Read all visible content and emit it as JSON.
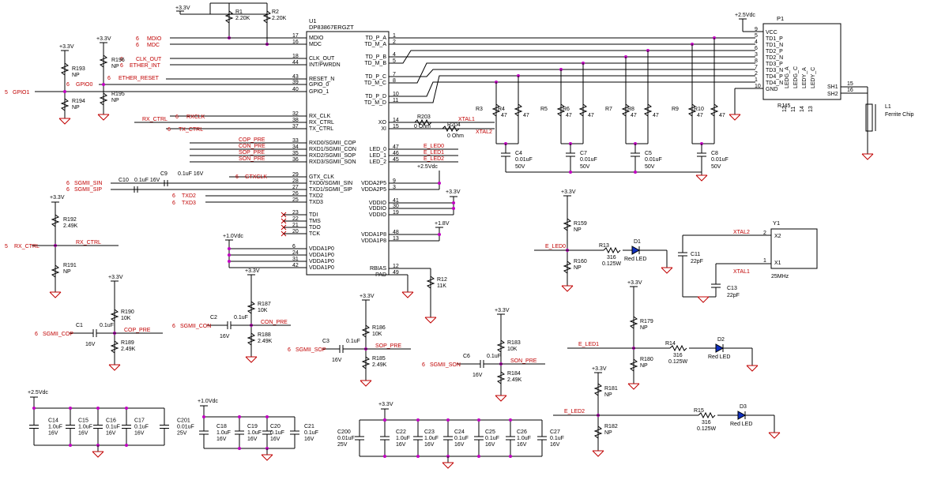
{
  "u1": {
    "ref": "U1",
    "part": "DP83867ERGZT",
    "left_pins": [
      {
        "n": "17",
        "name": "MDIO"
      },
      {
        "n": "16",
        "name": "MDC"
      },
      {
        "n": "18",
        "name": "CLK_OUT"
      },
      {
        "n": "44",
        "name": "INT/PWRDN"
      },
      {
        "n": "43",
        "name": "RESET_N"
      },
      {
        "n": "39",
        "name": "GPIO_0"
      },
      {
        "n": "40",
        "name": "GPIO_1"
      },
      {
        "n": "32",
        "name": "RX_CLK"
      },
      {
        "n": "38",
        "name": "RX_CTRL"
      },
      {
        "n": "37",
        "name": "TX_CTRL"
      },
      {
        "n": "33",
        "name": "RXD0/SGMII_COP"
      },
      {
        "n": "34",
        "name": "RXD1/SGMII_CON"
      },
      {
        "n": "35",
        "name": "RXD2/SGMII_SOP"
      },
      {
        "n": "36",
        "name": "RXD3/SGMII_SON"
      },
      {
        "n": "29",
        "name": "GTX_CLK"
      },
      {
        "n": "28",
        "name": "TXD0/SGMII_SIN"
      },
      {
        "n": "27",
        "name": "TXD1/SGMII_SIP"
      },
      {
        "n": "26",
        "name": "TXD2"
      },
      {
        "n": "25",
        "name": "TXD3"
      },
      {
        "n": "23",
        "name": "TDI"
      },
      {
        "n": "22",
        "name": "TMS"
      },
      {
        "n": "21",
        "name": "TDO"
      },
      {
        "n": "20",
        "name": "TCK"
      },
      {
        "n": "6",
        "name": "VDDA1P0"
      },
      {
        "n": "24",
        "name": "VDDA1P0"
      },
      {
        "n": "31",
        "name": "VDDA1P0"
      },
      {
        "n": "42",
        "name": "VDDA1P0"
      }
    ],
    "right_pins": [
      {
        "n": "1",
        "name": "TD_P_A"
      },
      {
        "n": "2",
        "name": "TD_M_A"
      },
      {
        "n": "4",
        "name": "TD_P_B"
      },
      {
        "n": "5",
        "name": "TD_M_B"
      },
      {
        "n": "7",
        "name": "TD_P_C"
      },
      {
        "n": "8",
        "name": "TD_M_C"
      },
      {
        "n": "10",
        "name": "TD_P_D"
      },
      {
        "n": "11",
        "name": "TD_M_D"
      },
      {
        "n": "14",
        "name": "XO"
      },
      {
        "n": "15",
        "name": "XI"
      },
      {
        "n": "47",
        "name": "LED_0"
      },
      {
        "n": "46",
        "name": "LED_1"
      },
      {
        "n": "45",
        "name": "LED_2"
      },
      {
        "n": "9",
        "name": "VDDA2P5"
      },
      {
        "n": "3",
        "name": "VDDA2P5"
      },
      {
        "n": "41",
        "name": "VDDIO"
      },
      {
        "n": "30",
        "name": "VDDIO"
      },
      {
        "n": "19",
        "name": "VDDIO"
      },
      {
        "n": "48",
        "name": "VDDA1P8"
      },
      {
        "n": "13",
        "name": "VDDA1P8"
      },
      {
        "n": "12",
        "name": "RBIAS"
      },
      {
        "n": "49",
        "name": "PAD"
      }
    ]
  },
  "p1": {
    "ref": "P1",
    "part": "RJ45",
    "supply": "+2.5Vdc",
    "pins": [
      {
        "n": "9",
        "name": "VCC"
      },
      {
        "n": "5",
        "name": "TD1_P"
      },
      {
        "n": "4",
        "name": "TD1_N"
      },
      {
        "n": "6",
        "name": "TD2_P"
      },
      {
        "n": "3",
        "name": "TD2_N"
      },
      {
        "n": "8",
        "name": "TD3_P"
      },
      {
        "n": "7",
        "name": "TD3_N"
      },
      {
        "n": "2",
        "name": "TD4_P"
      },
      {
        "n": "1",
        "name": "TD4_N"
      },
      {
        "n": "10",
        "name": "GND"
      }
    ],
    "inner_labels": [
      "LEDG_A",
      "LEDG_C",
      "LEDY_A",
      "LEDY_C"
    ],
    "bottom_pins": [
      "12",
      "11",
      "14",
      "13"
    ],
    "shield": [
      {
        "n": "15",
        "name": "SH1"
      },
      {
        "n": "16",
        "name": "SH2"
      }
    ],
    "ferrite": {
      "ref": "L1",
      "name": "Ferrite Chip"
    }
  },
  "nets_left": {
    "mdio": {
      "sheet": "6",
      "name": "MDIO"
    },
    "mdc": {
      "sheet": "6",
      "name": "MDC"
    },
    "clk_out": {
      "sheet": "6",
      "name": "CLK_OUT"
    },
    "ether_int": {
      "sheet": "6",
      "name": "ETHER_INT"
    },
    "ether_reset": {
      "sheet": "6",
      "name": "ETHER_RESET"
    },
    "gpio0": {
      "sheet": "6",
      "name": "GPIO0"
    },
    "gpio1": {
      "sheet": "5",
      "name": "GPIO1"
    },
    "rxclk": {
      "sheet": "6",
      "name": "RXCLK"
    },
    "rx_ctrl": "RX_CTRL",
    "tx_ctrl": {
      "sheet": "6",
      "name": "TX_CTRL"
    },
    "cop_pre": "COP_PRE",
    "con_pre": "CON_PRE",
    "sop_pre": "SOP_PRE",
    "son_pre": "SON_PRE",
    "gtxclk": {
      "sheet": "6",
      "name": "GTXCLK"
    },
    "sgmii_sin": {
      "sheet": "6",
      "name": "SGMII_SIN"
    },
    "sgmii_sip": {
      "sheet": "6",
      "name": "SGMII_SIP"
    },
    "txd2": {
      "sheet": "6",
      "name": "TXD2"
    },
    "txd3": {
      "sheet": "6",
      "name": "TXD3"
    },
    "rx_ctrl_port": {
      "sheet": "5",
      "name": "RX_CTRL"
    },
    "sgmii_cop": {
      "sheet": "6",
      "name": "SGMII_COP"
    },
    "sgmii_con": {
      "sheet": "6",
      "name": "SGMII_CON"
    },
    "sgmii_sop": {
      "sheet": "6",
      "name": "SGMII_SOP"
    },
    "sgmii_son": {
      "sheet": "6",
      "name": "SGMII_SON"
    }
  },
  "rails": {
    "v33": "+3.3V",
    "v25": "+2.5Vdc",
    "v10": "+1.0Vdc",
    "v18": "+1.8V"
  },
  "components": {
    "r1": {
      "ref": "R1",
      "val": "2.20K"
    },
    "r2": {
      "ref": "R2",
      "val": "2.20K"
    },
    "r193": {
      "ref": "R193",
      "val": "NP"
    },
    "r194": {
      "ref": "R194",
      "val": "NP"
    },
    "r196": {
      "ref": "R196",
      "val": "NP"
    },
    "r195": {
      "ref": "R195",
      "val": "NP"
    },
    "c10": {
      "ref": "C10",
      "val": "0.1uF 16V"
    },
    "c9": {
      "ref": "C9",
      "val": "0.1uF 16V"
    },
    "r192": {
      "ref": "R192",
      "val": "2.49K"
    },
    "r191": {
      "ref": "R191",
      "val": "NP"
    },
    "r190": {
      "ref": "R190",
      "val": "10K"
    },
    "r189": {
      "ref": "R189",
      "val": "2.49K"
    },
    "c1": {
      "ref": "C1",
      "val": "0.1uF",
      "v": "16V"
    },
    "r187": {
      "ref": "R187",
      "val": "10K"
    },
    "r188": {
      "ref": "R188",
      "val": "2.49K"
    },
    "c2": {
      "ref": "C2",
      "val": "0.1uF",
      "v": "16V"
    },
    "r186": {
      "ref": "R186",
      "val": "10K"
    },
    "r185": {
      "ref": "R185",
      "val": "2.49K"
    },
    "c3": {
      "ref": "C3",
      "val": "0.1uF",
      "v": "16V"
    },
    "r183": {
      "ref": "R183",
      "val": "10K"
    },
    "r184": {
      "ref": "R184",
      "val": "2.49K"
    },
    "c6": {
      "ref": "C6",
      "val": "0.1uF",
      "v": "16V"
    },
    "r203": {
      "ref": "R203",
      "val": "0 Ohm"
    },
    "r204": {
      "ref": "R204",
      "val": "0 Ohm"
    },
    "xtal1": "XTAL1",
    "xtal2": "XTAL2",
    "e_led0": "E_LED0",
    "e_led1": "E_LED1",
    "e_led2": "E_LED2",
    "r12": {
      "ref": "R12",
      "val": "11K"
    },
    "r3": {
      "ref": "R3",
      "val": "47"
    },
    "r4": {
      "ref": "R4",
      "val": "47"
    },
    "r5": {
      "ref": "R5",
      "val": "47"
    },
    "r6": {
      "ref": "R6",
      "val": "47"
    },
    "r7": {
      "ref": "R7",
      "val": "47"
    },
    "r8": {
      "ref": "R8",
      "val": "47"
    },
    "r9": {
      "ref": "R9",
      "val": "47"
    },
    "r10": {
      "ref": "R10",
      "val": "47"
    },
    "c4": {
      "ref": "C4",
      "val": "0.01uF",
      "v": "50V"
    },
    "c7": {
      "ref": "C7",
      "val": "0.01uF",
      "v": "50V"
    },
    "c5": {
      "ref": "C5",
      "val": "0.01uF",
      "v": "50V"
    },
    "c8": {
      "ref": "C8",
      "val": "0.01uF",
      "v": "50V"
    },
    "r159": {
      "ref": "R159",
      "val": "NP"
    },
    "r160": {
      "ref": "R160",
      "val": "NP"
    },
    "r13": {
      "ref": "R13",
      "val": "316",
      "p": "0.125W"
    },
    "d1": {
      "ref": "D1",
      "val": "Red LED"
    },
    "r179": {
      "ref": "R179",
      "val": "NP"
    },
    "r180": {
      "ref": "R180",
      "val": "NP"
    },
    "r14": {
      "ref": "R14",
      "val": "316",
      "p": "0.125W"
    },
    "d2": {
      "ref": "D2",
      "val": "Red LED"
    },
    "r181": {
      "ref": "R181",
      "val": "NP"
    },
    "r182": {
      "ref": "R182",
      "val": "NP"
    },
    "r15": {
      "ref": "R15",
      "val": "316",
      "p": "0.125W"
    },
    "d3": {
      "ref": "D3",
      "val": "Red LED"
    },
    "y1": {
      "ref": "Y1",
      "val": "25MHz",
      "p1": "X1",
      "p2": "X2"
    },
    "c11": {
      "ref": "C11",
      "val": "22pF"
    },
    "c13": {
      "ref": "C13",
      "val": "22pF"
    },
    "c14": {
      "ref": "C14",
      "val": "1.0uF",
      "v": "16V"
    },
    "c15": {
      "ref": "C15",
      "val": "1.0uF",
      "v": "16V"
    },
    "c16": {
      "ref": "C16",
      "val": "0.1uF",
      "v": "16V"
    },
    "c17": {
      "ref": "C17",
      "val": "0.1uF",
      "v": "16V"
    },
    "c201": {
      "ref": "C201",
      "val": "0.01uF",
      "v": "25V"
    },
    "c18": {
      "ref": "C18",
      "val": "1.0uF",
      "v": "16V"
    },
    "c19": {
      "ref": "C19",
      "val": "1.0uF",
      "v": "16V"
    },
    "c20": {
      "ref": "C20",
      "val": "0.1uF",
      "v": "16V"
    },
    "c21": {
      "ref": "C21",
      "val": "0.1uF",
      "v": "16V"
    },
    "c200": {
      "ref": "C200",
      "val": "0.01uF",
      "v": "25V"
    },
    "c22": {
      "ref": "C22",
      "val": "1.0uF",
      "v": "16V"
    },
    "c23": {
      "ref": "C23",
      "val": "1.0uF",
      "v": "16V"
    },
    "c24": {
      "ref": "C24",
      "val": "0.1uF",
      "v": "16V"
    },
    "c25": {
      "ref": "C25",
      "val": "0.1uF",
      "v": "16V"
    },
    "c26": {
      "ref": "C26",
      "val": "1.0uF",
      "v": "16V"
    },
    "c27": {
      "ref": "C27",
      "val": "0.1uF",
      "v": "16V"
    }
  }
}
